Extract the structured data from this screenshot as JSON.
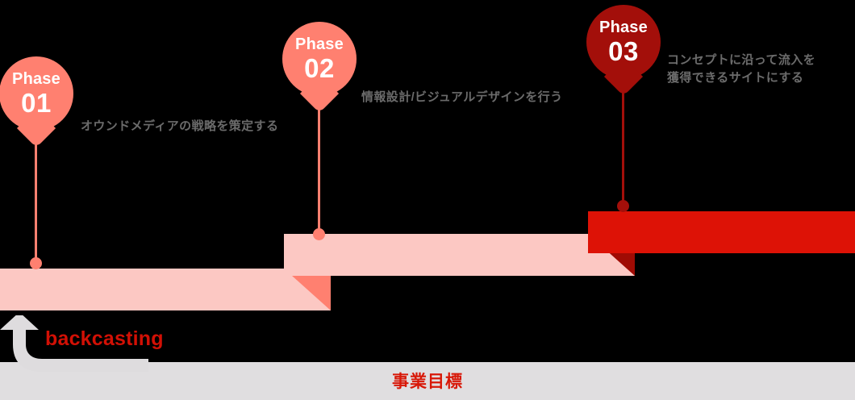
{
  "diagram": {
    "title_bottom": "事業目標",
    "backcasting_label": "backcasting",
    "colors": {
      "background": "#000000",
      "phase1": "#FF8070",
      "phase2": "#FF8070",
      "phase3": "#A30F0A",
      "step1_top": "#FCC8C3",
      "step1_riser": "#FF8070",
      "step2_top": "#FCC8C3",
      "step2_riser": "#FF8070",
      "step3_top": "#DD1206",
      "step3_riser": "#A00B04",
      "goal_bar": "#E0DEE0",
      "goal_text": "#D81808",
      "backcasting_text": "#D21005",
      "description_text": "#6B6B6B",
      "arrow_gray": "#DEDCDE"
    }
  },
  "phases": [
    {
      "id": "phase-01",
      "label": "Phase",
      "number": "01",
      "description": "オウンドメディアの戦略を策定する",
      "color": "#FF8070"
    },
    {
      "id": "phase-02",
      "label": "Phase",
      "number": "02",
      "description": "情報設計/ビジュアルデザインを行う",
      "color": "#FF8070"
    },
    {
      "id": "phase-03",
      "label": "Phase",
      "number": "03",
      "description": "コンセプトに沿って流入を\n獲得できるサイトにする",
      "color": "#A30F0A"
    }
  ]
}
